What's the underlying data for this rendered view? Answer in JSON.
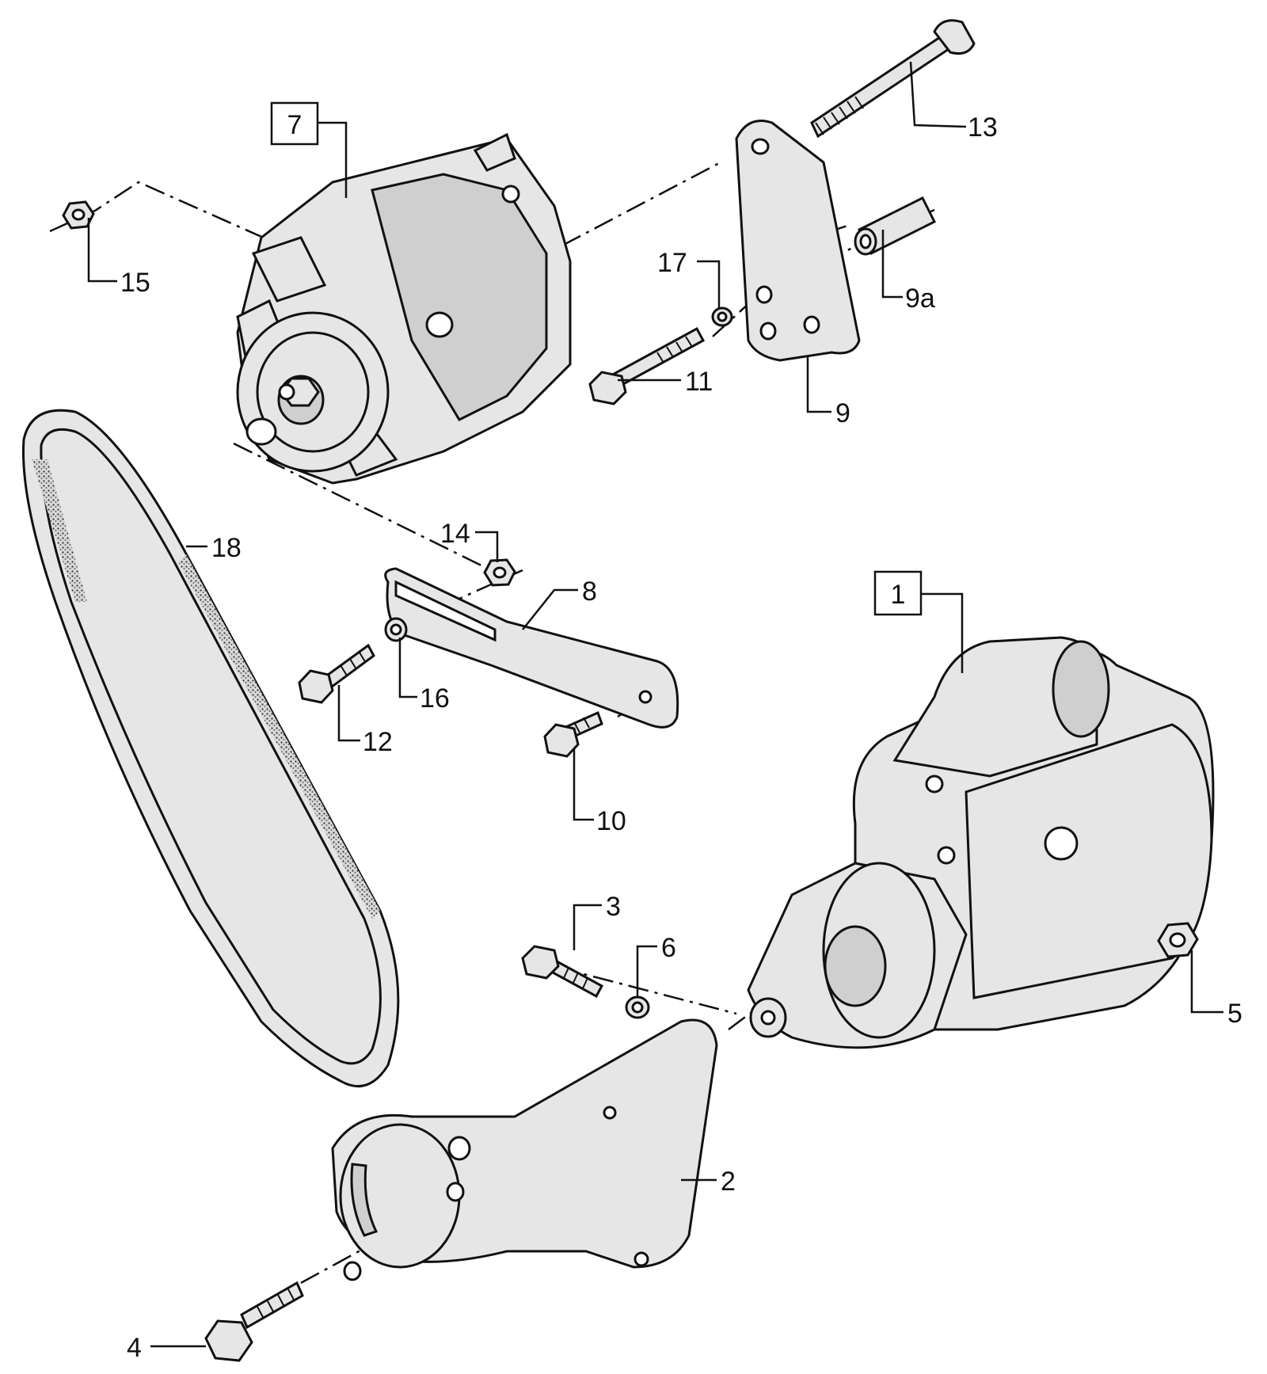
{
  "diagram": {
    "callouts": {
      "c1": "1",
      "c2": "2",
      "c3": "3",
      "c4": "4",
      "c5": "5",
      "c6": "6",
      "c7": "7",
      "c8": "8",
      "c9": "9",
      "c9a": "9a",
      "c10": "10",
      "c11": "11",
      "c12": "12",
      "c13": "13",
      "c14": "14",
      "c15": "15",
      "c16": "16",
      "c17": "17",
      "c18": "18"
    }
  }
}
